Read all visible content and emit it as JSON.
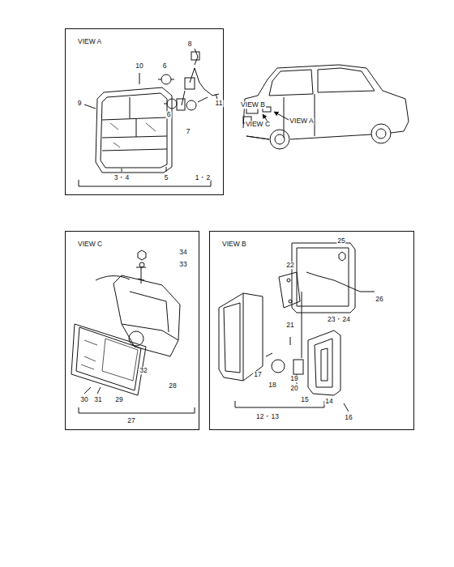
{
  "diagram": {
    "nodes": [
      {
        "text": [
          "VIEW A"
        ]
      },
      {
        "text": [
          "VIEW C"
        ]
      },
      {
        "text": [
          "VIEW B"
        ]
      }
    ],
    "labels": [
      "10",
      "8",
      "6",
      "9",
      "6",
      "7",
      "11",
      "3・4",
      "5",
      "1・2",
      "VIEW B",
      "VIEW C",
      "VIEW A",
      "34",
      "33",
      "32",
      "28",
      "30",
      "31",
      "29",
      "27",
      "25",
      "22",
      "26",
      "21",
      "23・24",
      "17",
      "18",
      "19",
      "20",
      "15",
      "14",
      "16",
      "12・13"
    ]
  }
}
